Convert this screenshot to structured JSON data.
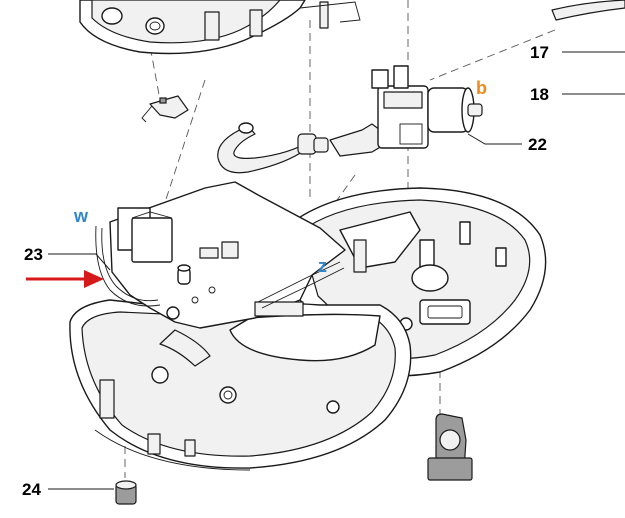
{
  "callouts": [
    {
      "id": "17",
      "text": "17"
    },
    {
      "id": "18",
      "text": "18"
    },
    {
      "id": "22",
      "text": "22"
    },
    {
      "id": "23",
      "text": "23"
    },
    {
      "id": "24",
      "text": "24"
    }
  ],
  "markers": {
    "w": {
      "text": "w",
      "color": "#2f86c8"
    },
    "z": {
      "text": "z",
      "color": "#2f86c8"
    },
    "b": {
      "text": "b",
      "color": "#f08a1c"
    }
  },
  "arrow_color": "#d61a1a"
}
